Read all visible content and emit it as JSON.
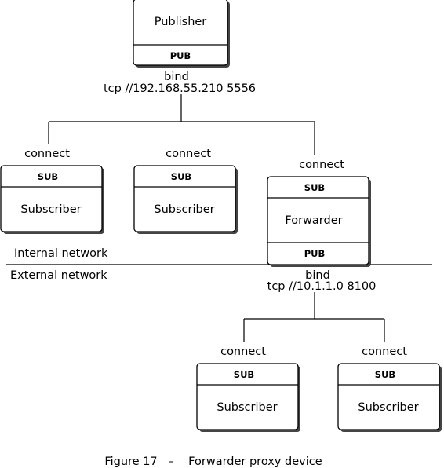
{
  "publisher": {
    "title": "Publisher",
    "socket": "PUB"
  },
  "publisher_bind": {
    "label": "bind",
    "address": "tcp //192.168.55.210 5556"
  },
  "connect_label": "connect",
  "subscriber": {
    "title": "Subscriber",
    "socket": "SUB"
  },
  "forwarder": {
    "title": "Forwarder",
    "socket_in": "SUB",
    "socket_out": "PUB"
  },
  "forwarder_bind": {
    "label": "bind",
    "address": "tcp //10.1.1.0 8100"
  },
  "internal_network": "Internal network",
  "external_network": "External network",
  "caption": "Figure 17   –    Forwarder proxy device"
}
